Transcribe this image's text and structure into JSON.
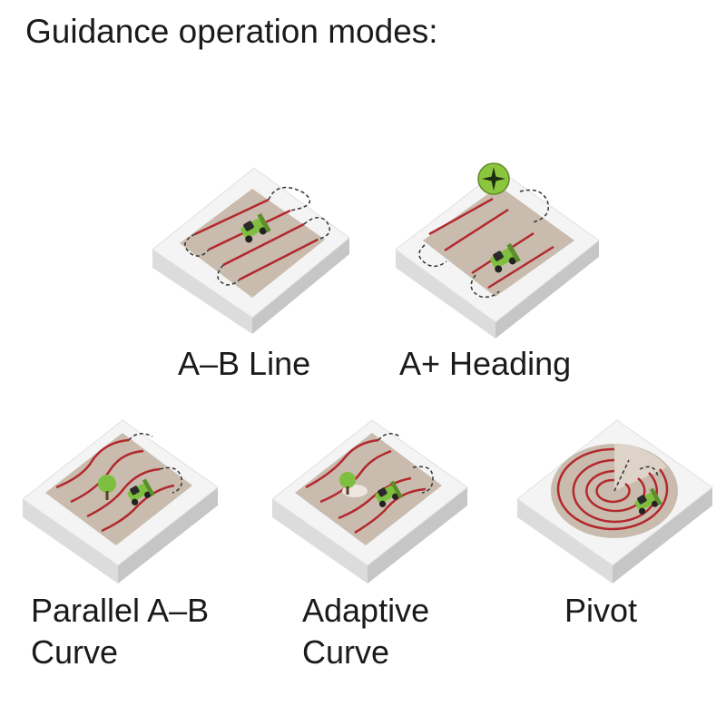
{
  "title": "Guidance operation modes:",
  "modes": [
    {
      "id": "ab-line",
      "label_lines": [
        "A–B Line"
      ]
    },
    {
      "id": "a-plus-heading",
      "label_lines": [
        "A+ Heading"
      ]
    },
    {
      "id": "parallel-ab-curve",
      "label_lines": [
        "Parallel A–B",
        "Curve"
      ]
    },
    {
      "id": "adaptive-curve",
      "label_lines": [
        "Adaptive",
        "Curve"
      ]
    },
    {
      "id": "pivot",
      "label_lines": [
        "Pivot"
      ]
    }
  ],
  "icons": {
    "compass": "compass-icon",
    "tractor": "tractor-icon",
    "tree": "tree-icon"
  },
  "colors": {
    "field": "#c9bcae",
    "field_light": "#ddd3c8",
    "guide_line": "#b3282d",
    "tile_top": "#f4f4f4",
    "tile_side": "#d9d9d9",
    "tractor": "#7fbf3f",
    "compass": "#8cc63f"
  }
}
